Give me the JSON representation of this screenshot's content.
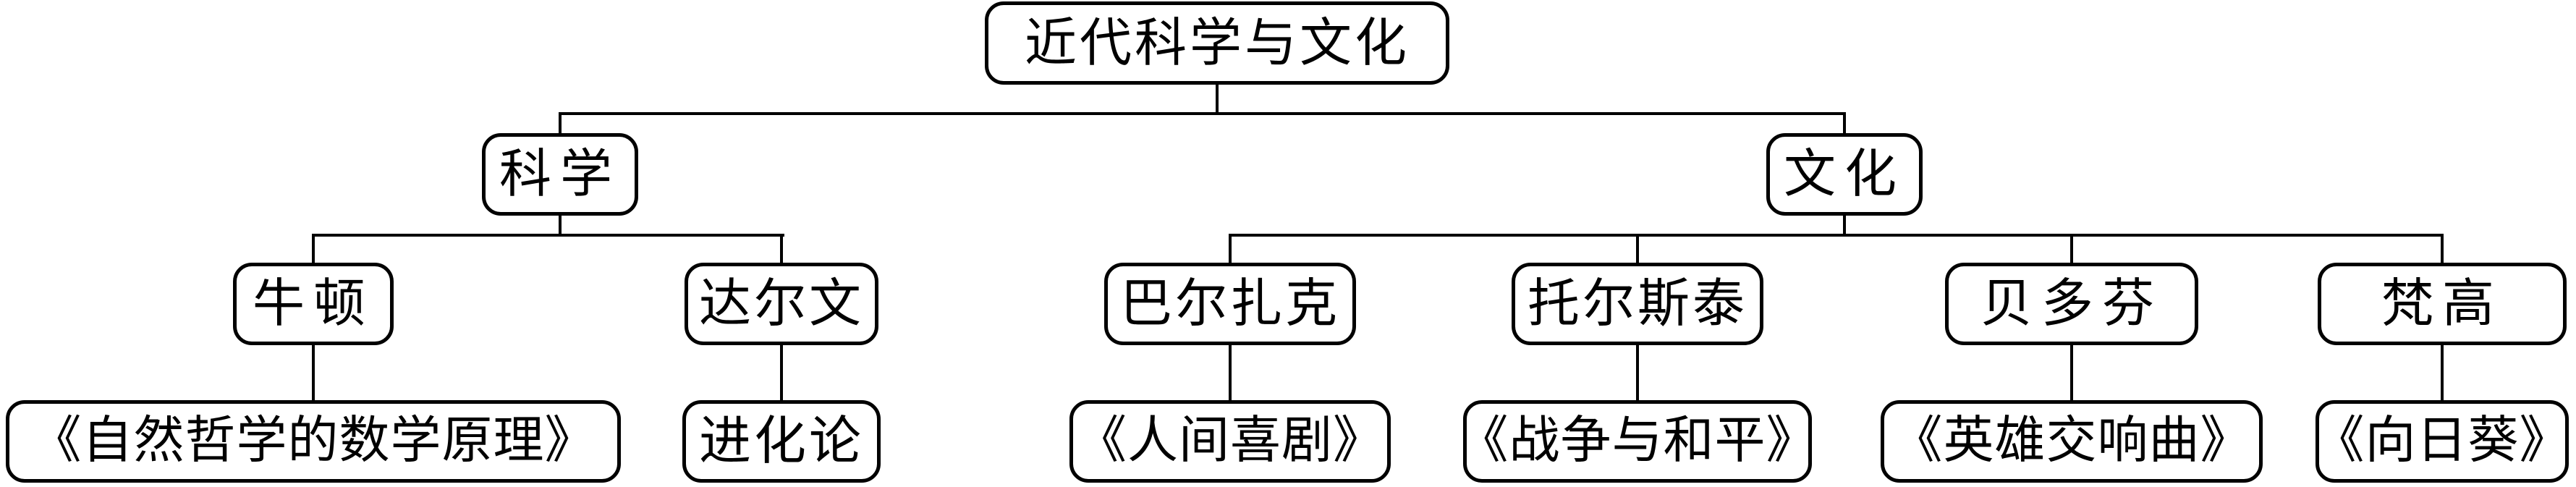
{
  "diagram_title": "近代科学与文化",
  "colors": {
    "line": "#000000",
    "box_border": "#000000",
    "box_fill": "#ffffff",
    "text": "#000000",
    "background": "#ffffff"
  },
  "chart_data": {
    "type": "tree",
    "orientation": "top-down",
    "root": {
      "label": "近代科学与文化",
      "children": [
        {
          "label": "科学",
          "children": [
            {
              "label": "牛顿",
              "children": [
                {
                  "label": "《自然哲学的数学原理》"
                }
              ]
            },
            {
              "label": "达尔文",
              "children": [
                {
                  "label": "进化论"
                }
              ]
            }
          ]
        },
        {
          "label": "文化",
          "children": [
            {
              "label": "巴尔扎克",
              "children": [
                {
                  "label": "《人间喜剧》"
                }
              ]
            },
            {
              "label": "托尔斯泰",
              "children": [
                {
                  "label": "《战争与和平》"
                }
              ]
            },
            {
              "label": "贝多芬",
              "children": [
                {
                  "label": "《英雄交响曲》"
                }
              ]
            },
            {
              "label": "梵高",
              "children": [
                {
                  "label": "《向日葵》"
                }
              ]
            }
          ]
        }
      ]
    }
  }
}
